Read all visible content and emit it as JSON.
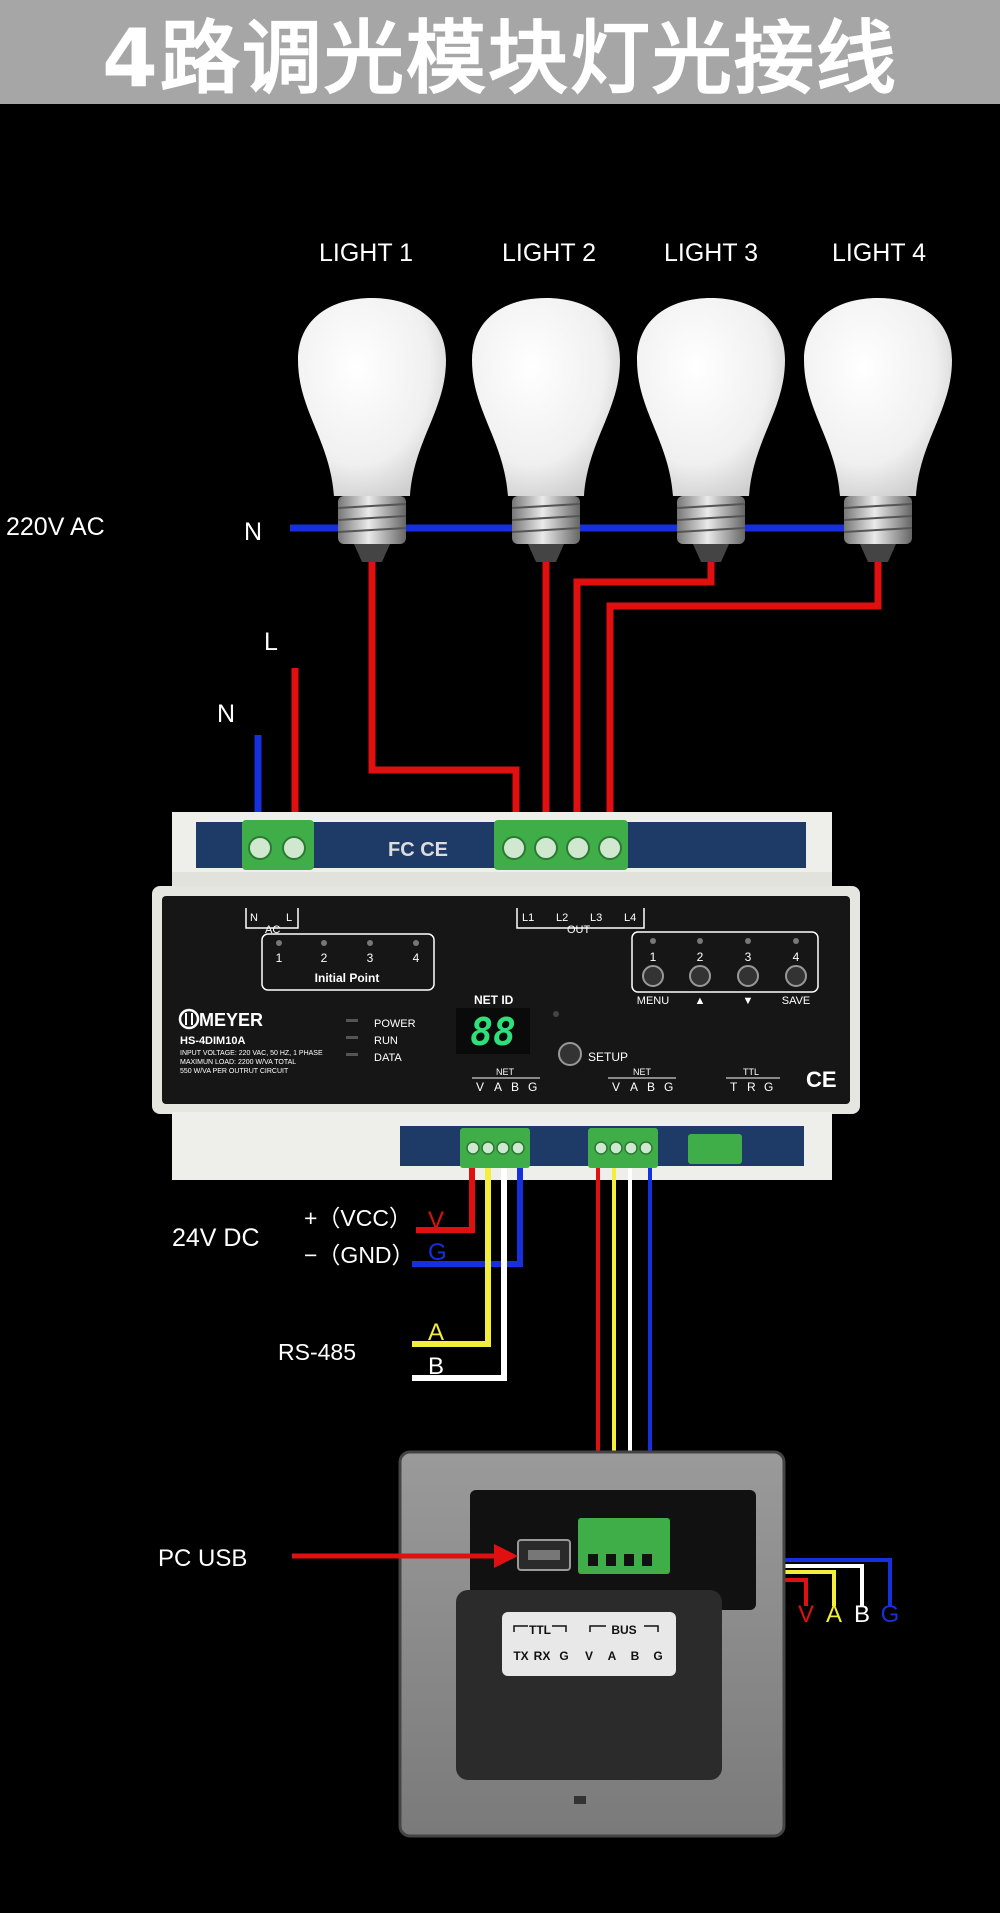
{
  "title": "4路调光模块灯光接线",
  "lights": {
    "labels": [
      "LIGHT 1",
      "LIGHT 2",
      "LIGHT 3",
      "LIGHT 4"
    ]
  },
  "mains": {
    "voltage_label": "220V AC",
    "neutral_top": "N",
    "live": "L",
    "neutral": "N"
  },
  "module": {
    "brand": "MEYER",
    "model": "HS-4DIM10A",
    "specs": [
      "INPUT VOLTAGE: 220 VAC, 50 HZ, 1 PHASE",
      "MAXIMUN LOAD: 2200 W/VA TOTAL",
      "550 W/VA PER OUTRUT CIRCUIT"
    ],
    "fc_mark": "FC CE",
    "ce_mark": "CE",
    "ac_labels": [
      "N",
      "L"
    ],
    "ac_group": "AC",
    "out_labels": [
      "L1",
      "L2",
      "L3",
      "L4"
    ],
    "out_group": "OUT",
    "initial_point_numbers": [
      "1",
      "2",
      "3",
      "4"
    ],
    "initial_point_label": "Initial Point",
    "status_labels": [
      "POWER",
      "RUN",
      "DATA"
    ],
    "net_id_label": "NET ID",
    "net_id_display": "88",
    "setup_label": "SETUP",
    "button_numbers": [
      "1",
      "2",
      "3",
      "4"
    ],
    "button_labels": [
      "MENU",
      "▲",
      "▼",
      "SAVE"
    ],
    "net_group": "NET",
    "net_pins": [
      "V",
      "A",
      "B",
      "G"
    ],
    "ttl_group": "TTL",
    "ttl_pins": [
      "T",
      "R",
      "G"
    ]
  },
  "power": {
    "label": "24V DC",
    "vcc": "+（VCC）",
    "gnd": "−（GND）",
    "v": "V",
    "g": "G"
  },
  "rs485": {
    "label": "RS-485",
    "a": "A",
    "b": "B"
  },
  "panel": {
    "usb_label": "PC USB",
    "ttl_label": "TTL",
    "bus_label": "BUS",
    "pins": [
      "TX",
      "RX",
      "G",
      "V",
      "A",
      "B",
      "G"
    ],
    "wire_labels": [
      "V",
      "A",
      "B",
      "G"
    ]
  },
  "colors": {
    "red": "#e01010",
    "blue": "#1630e0",
    "yellow": "#f2ee3a",
    "white": "#ffffff",
    "terminal_green": "#3fae49",
    "module_body": "#161616",
    "din_white": "#eeeeea",
    "title_bar": "#a6a6a6"
  }
}
